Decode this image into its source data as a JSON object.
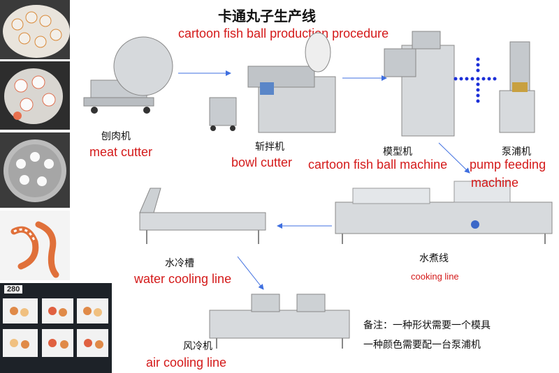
{
  "title": {
    "zh": "卡通丸子生产线",
    "en": "cartoon fish ball production procedure"
  },
  "machines": {
    "meat_cutter": {
      "zh": "刨肉机",
      "en": "meat cutter"
    },
    "bowl_cutter": {
      "zh": "斩拌机",
      "en": "bowl cutter"
    },
    "mold_machine": {
      "zh": "模型机",
      "en": "cartoon fish ball machine"
    },
    "pump_feeding": {
      "zh": "泵浦机",
      "en": "pump feeding",
      "en2": "machine"
    },
    "water_cooling": {
      "zh": "水冷槽",
      "en": "water cooling line"
    },
    "cooking_line": {
      "zh": "水煮线",
      "en": "cooking line"
    },
    "air_cooling": {
      "zh": "风冷机",
      "en": "air cooling line"
    }
  },
  "note": {
    "line1": "备注：一种形状需要一个模具",
    "line2": "一种颜色需要配一台泵浦机"
  },
  "price_tag": "280",
  "colors": {
    "label_red": "#d41a1a",
    "arrow_blue": "#3f6fe0",
    "dotted_blue": "#1c2fd8",
    "steel": "#c8ccd0"
  }
}
